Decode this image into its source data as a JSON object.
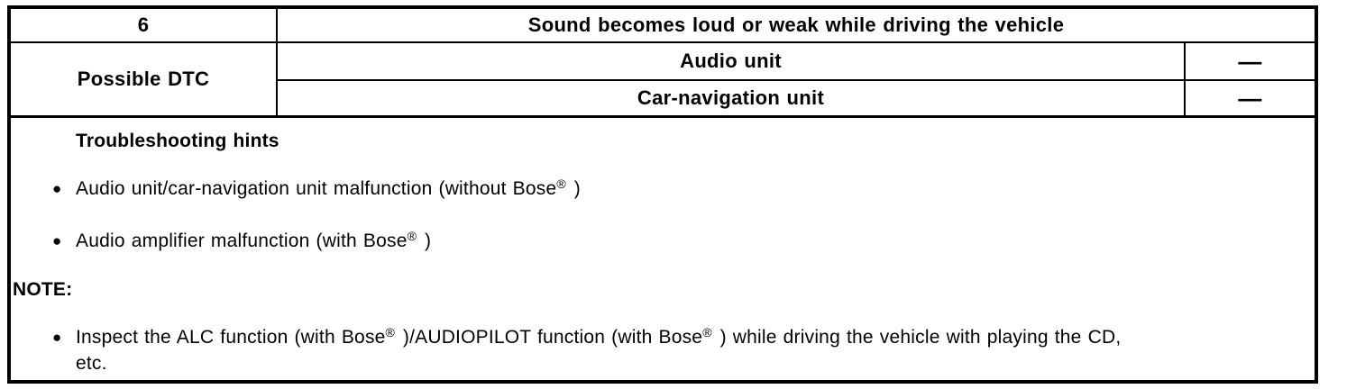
{
  "table": {
    "row_number": "6",
    "symptom": "Sound becomes loud or weak while driving the vehicle",
    "possible_dtc_label": "Possible DTC",
    "dtc_rows": [
      {
        "unit": "Audio unit",
        "dtc": "—"
      },
      {
        "unit": "Car-navigation unit",
        "dtc": "—"
      }
    ]
  },
  "hints": {
    "title": "Troubleshooting hints",
    "items": [
      "Audio unit/car-navigation unit malfunction (without Bose® )",
      "Audio amplifier malfunction (with Bose® )"
    ],
    "note_label": "NOTE:",
    "note_items": [
      "Inspect the ALC function (with Bose® )/AUDIOPILOT function (with Bose® ) while driving the vehicle with playing the CD,\netc."
    ]
  },
  "glyphs": {
    "bullet": "●"
  },
  "colors": {
    "border": "#000000",
    "text": "#000000",
    "background": "#ffffff"
  }
}
